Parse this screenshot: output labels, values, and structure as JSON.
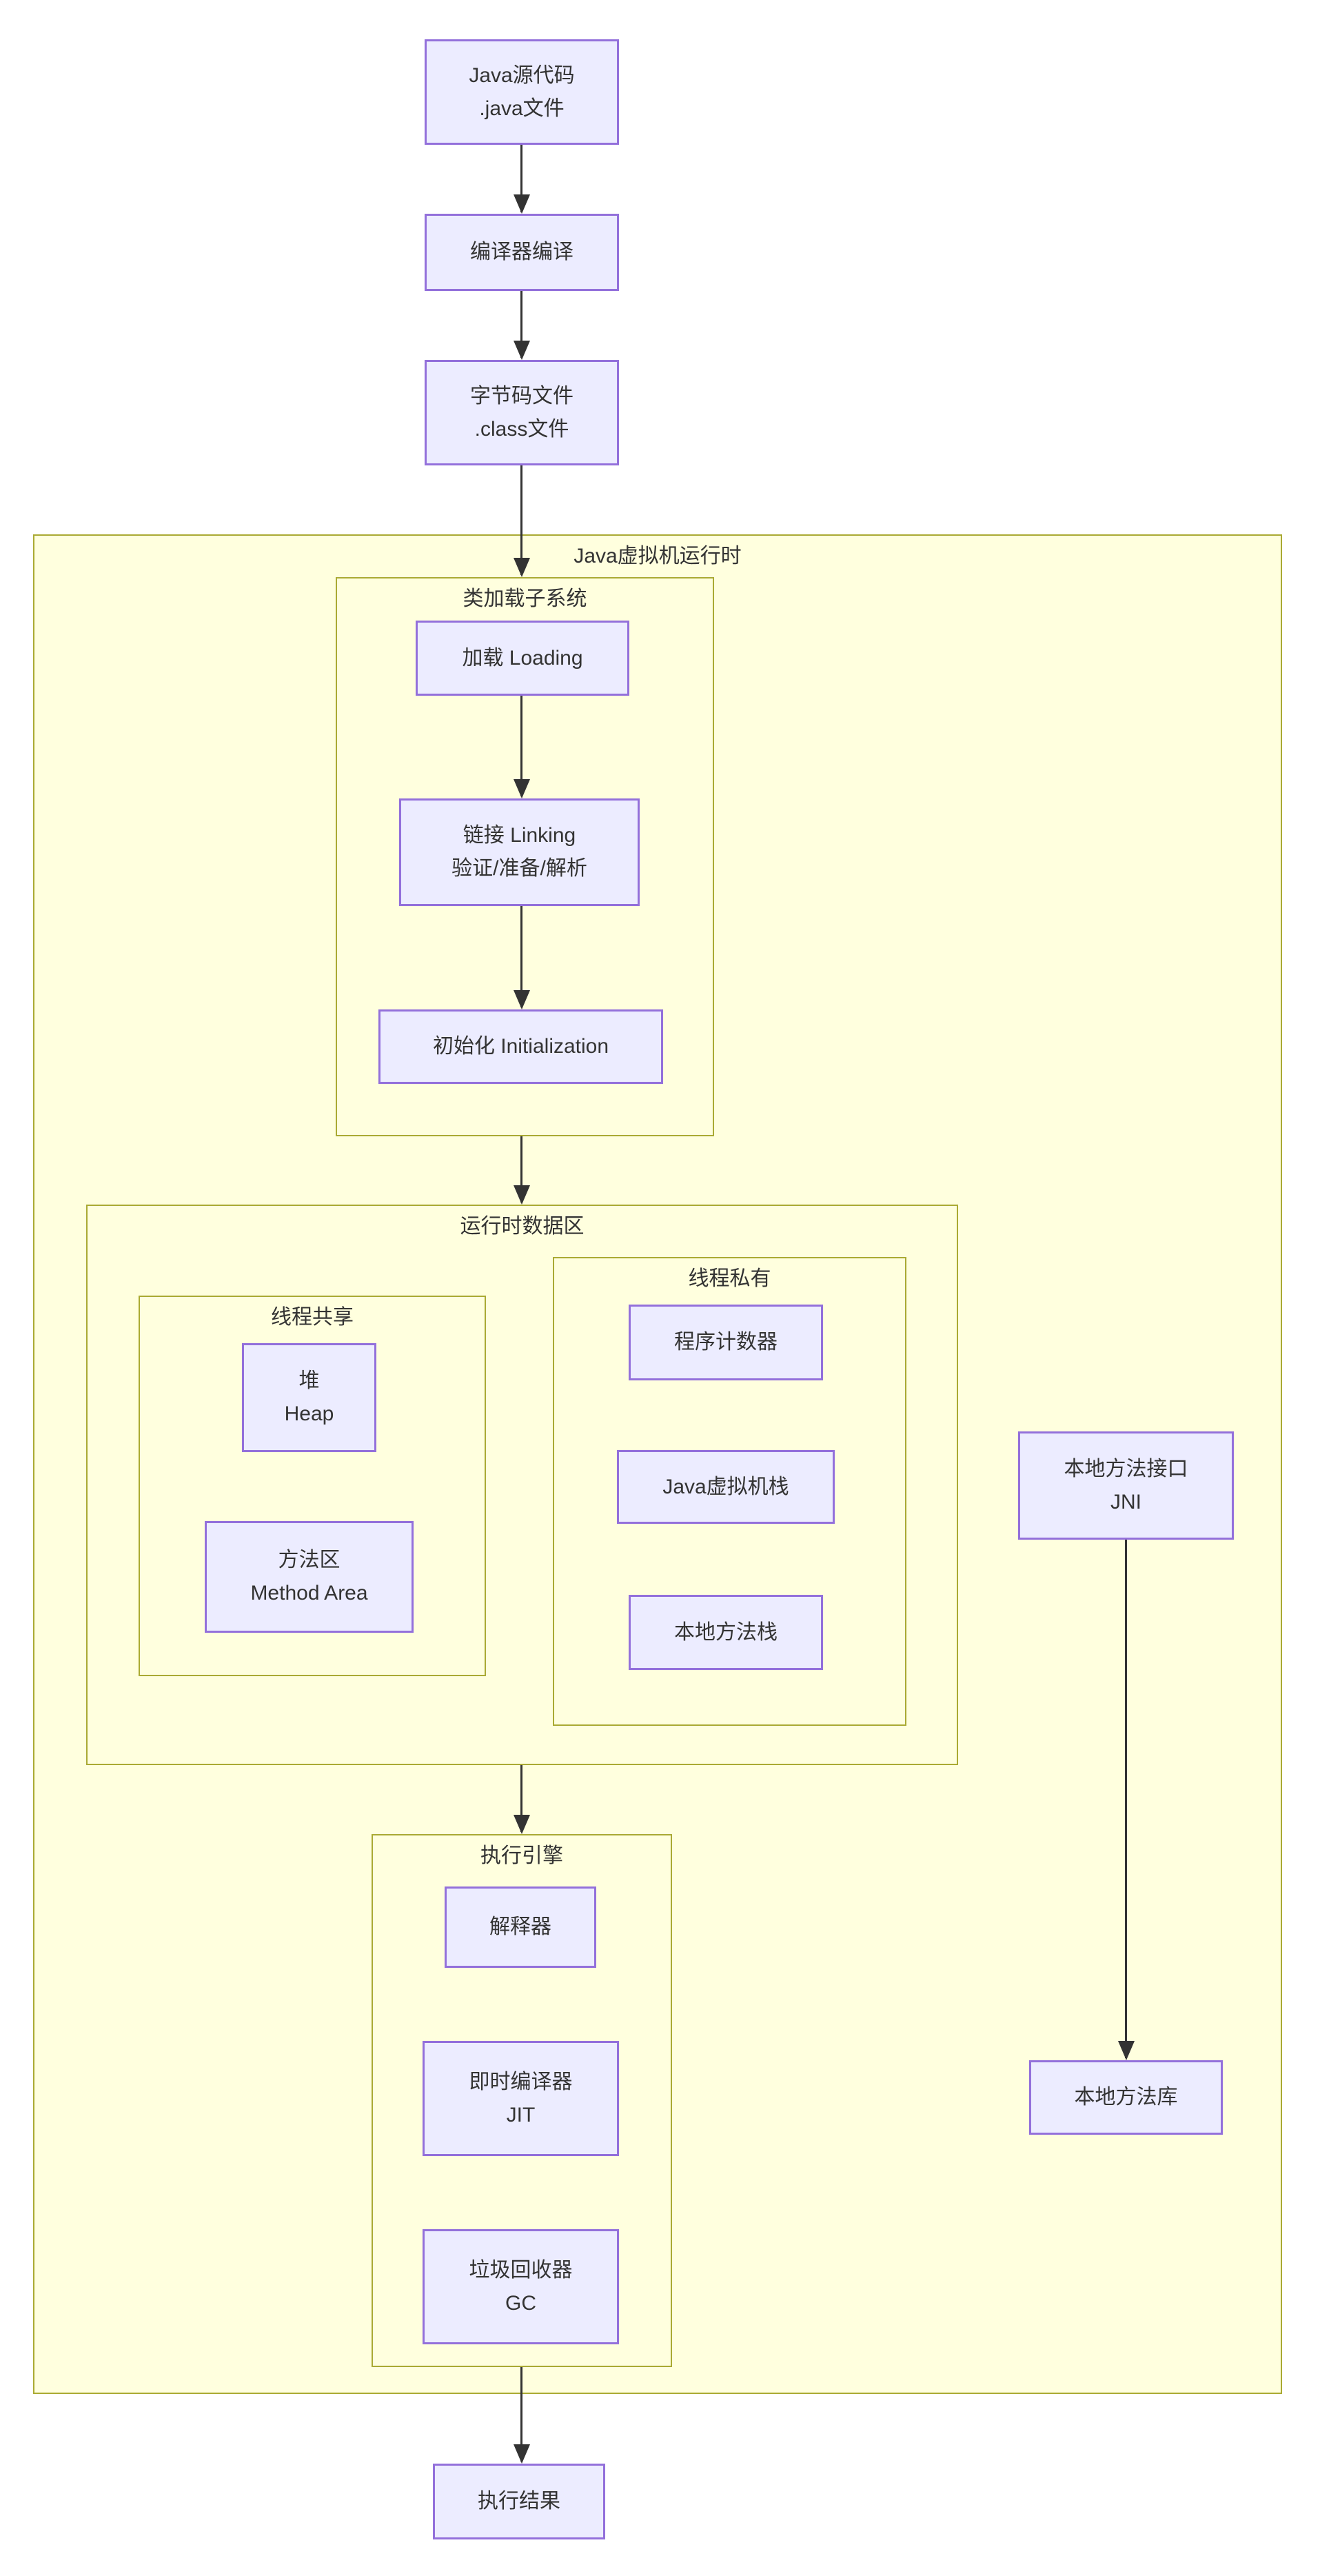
{
  "diagram_title": "JVM architecture flowchart",
  "colors": {
    "node_fill": "#ECECFF",
    "node_border": "#9370DB",
    "cluster_fill": "#FFFFDE",
    "cluster_border": "#AAAA33",
    "edge": "#333333",
    "text": "#333333",
    "background": "#FFFFFF"
  },
  "clusters": {
    "jvm_runtime": {
      "label": "Java虚拟机运行时"
    },
    "classloader": {
      "label": "类加载子系统"
    },
    "runtime_data": {
      "label": "运行时数据区"
    },
    "thread_shared": {
      "label": "线程共享"
    },
    "thread_private": {
      "label": "线程私有"
    },
    "exec_engine": {
      "label": "执行引擎"
    }
  },
  "nodes": {
    "java_source": {
      "line1": "Java源代码",
      "line2": ".java文件"
    },
    "compiler": {
      "line1": "编译器编译"
    },
    "bytecode": {
      "line1": "字节码文件",
      "line2": ".class文件"
    },
    "loading": {
      "line1": "加载 Loading"
    },
    "linking": {
      "line1": "链接 Linking",
      "line2": "验证/准备/解析"
    },
    "initialization": {
      "line1": "初始化 Initialization"
    },
    "heap": {
      "line1": "堆",
      "line2": "Heap"
    },
    "method_area": {
      "line1": "方法区",
      "line2": "Method Area"
    },
    "pc_register": {
      "line1": "程序计数器"
    },
    "jvm_stack": {
      "line1": "Java虚拟机栈"
    },
    "native_method_stack": {
      "line1": "本地方法栈"
    },
    "jni": {
      "line1": "本地方法接口",
      "line2": "JNI"
    },
    "native_lib": {
      "line1": "本地方法库"
    },
    "interpreter": {
      "line1": "解释器"
    },
    "jit": {
      "line1": "即时编译器",
      "line2": "JIT"
    },
    "gc": {
      "line1": "垃圾回收器",
      "line2": "GC"
    },
    "result": {
      "line1": "执行结果"
    }
  }
}
